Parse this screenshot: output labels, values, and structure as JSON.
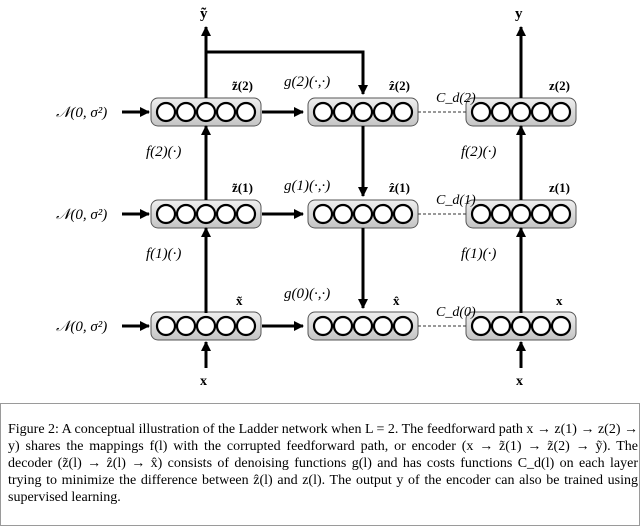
{
  "diagram": {
    "noise_label": "𝒩(0, σ²)",
    "encoder_clean": {
      "input_label": "x",
      "output_label": "y",
      "layer_labels": [
        "x",
        "z(1)",
        "z(2)"
      ],
      "mapping_labels": [
        "f(1)(·)",
        "f(2)(·)"
      ]
    },
    "encoder_corrupted": {
      "output_label": "ỹ",
      "input_label": "x",
      "layer_labels": [
        "x̃",
        "z̃(1)",
        "z̃(2)"
      ],
      "mapping_labels": [
        "f(1)(·)",
        "f(2)(·)"
      ]
    },
    "decoder": {
      "layer_labels": [
        "x̂",
        "ẑ(1)",
        "ẑ(2)"
      ],
      "function_labels": [
        "g(0)(·,·)",
        "g(1)(·,·)",
        "g(2)(·,·)"
      ]
    },
    "costs": [
      "C_d(0)",
      "C_d(1)",
      "C_d(2)"
    ],
    "units_per_layer": 5
  },
  "caption": "Figure 2: A conceptual illustration of the Ladder network when L = 2. The feedforward path x → z(1) → z(2) → y) shares the mappings f(l) with the corrupted feedforward path, or encoder (x → z̃(1) → z̃(2) → ỹ). The decoder (z̃(l) → ẑ(l) → x̂) consists of denoising functions g(l) and has costs functions C_d(l) on each layer trying to minimize the difference between ẑ(l) and z(l). The output y of the encoder can also be trained using supervised learning."
}
